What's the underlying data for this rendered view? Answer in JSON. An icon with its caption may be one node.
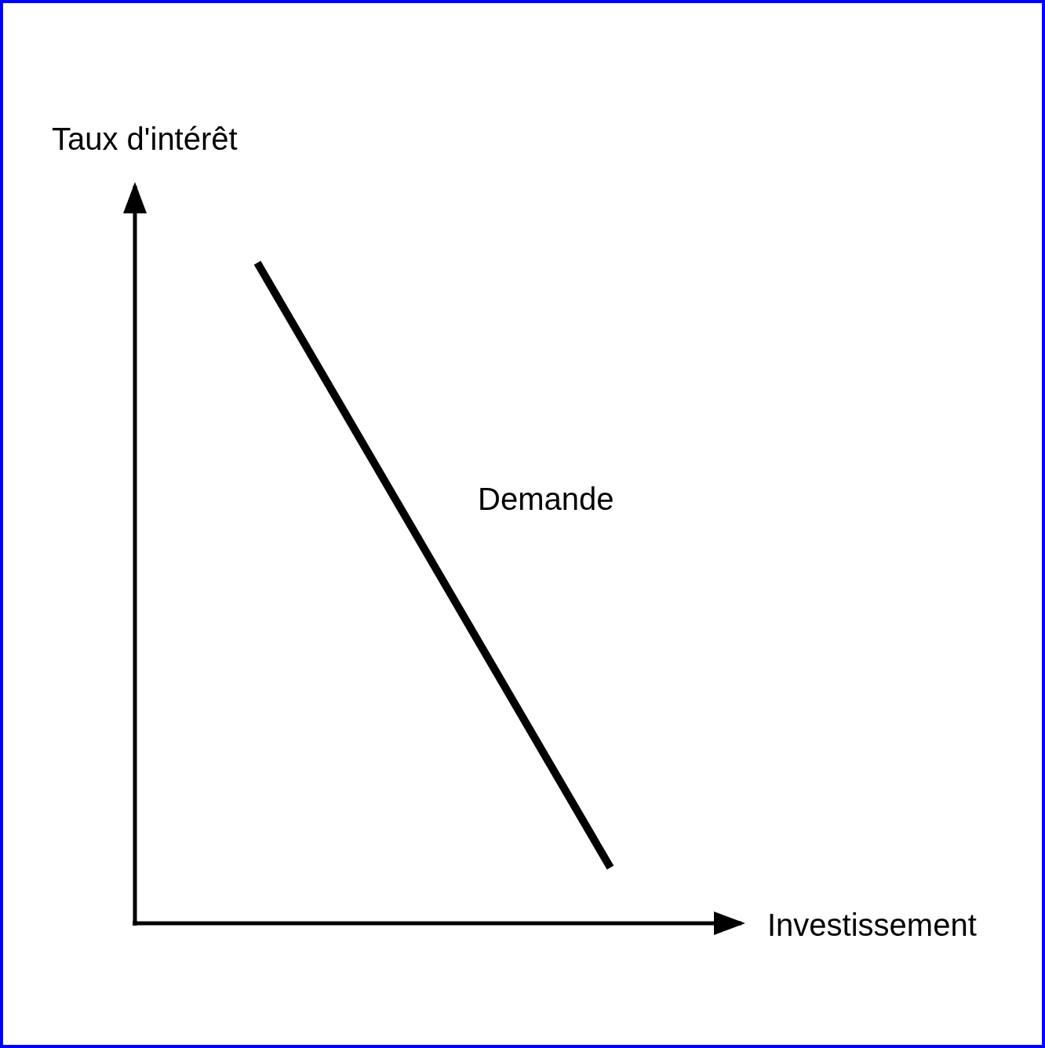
{
  "diagram": {
    "labels": [
      "Taux d'intérêt",
      "Demande",
      "Investissement"
    ]
  }
}
